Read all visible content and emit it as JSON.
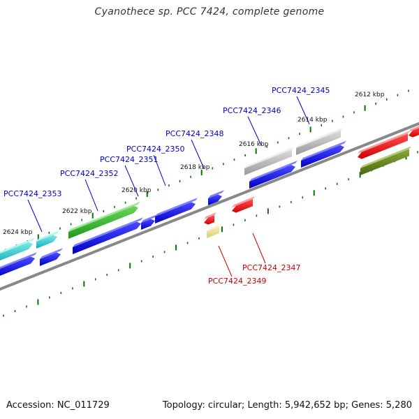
{
  "title": "Cyanothece sp. PCC 7424, complete genome",
  "footer": {
    "accession": "Accession: NC_011729",
    "summary": "Topology: circular; Length: 5,942,652 bp; Genes: 5,280"
  },
  "colors": {
    "forward_label": "#0000cc",
    "reverse_label": "#cc0000",
    "tick_major": "#007700",
    "backbone": "#888888"
  },
  "tick_labels": [
    "2624 kbp",
    "2622 kbp",
    "2620 kbp",
    "2618 kbp",
    "2616 kbp",
    "2614 kbp",
    "2612 kbp"
  ],
  "gene_labels": [
    {
      "text": "PCC7424_2353",
      "strand": "forward"
    },
    {
      "text": "PCC7424_2352",
      "strand": "forward"
    },
    {
      "text": "PCC7424_2351",
      "strand": "forward"
    },
    {
      "text": "PCC7424_2350",
      "strand": "forward"
    },
    {
      "text": "PCC7424_2348",
      "strand": "forward"
    },
    {
      "text": "PCC7424_2346",
      "strand": "forward"
    },
    {
      "text": "PCC7424_2345",
      "strand": "forward"
    },
    {
      "text": "PCC7424_2347",
      "strand": "reverse"
    },
    {
      "text": "PCC7424_2349",
      "strand": "reverse"
    }
  ]
}
